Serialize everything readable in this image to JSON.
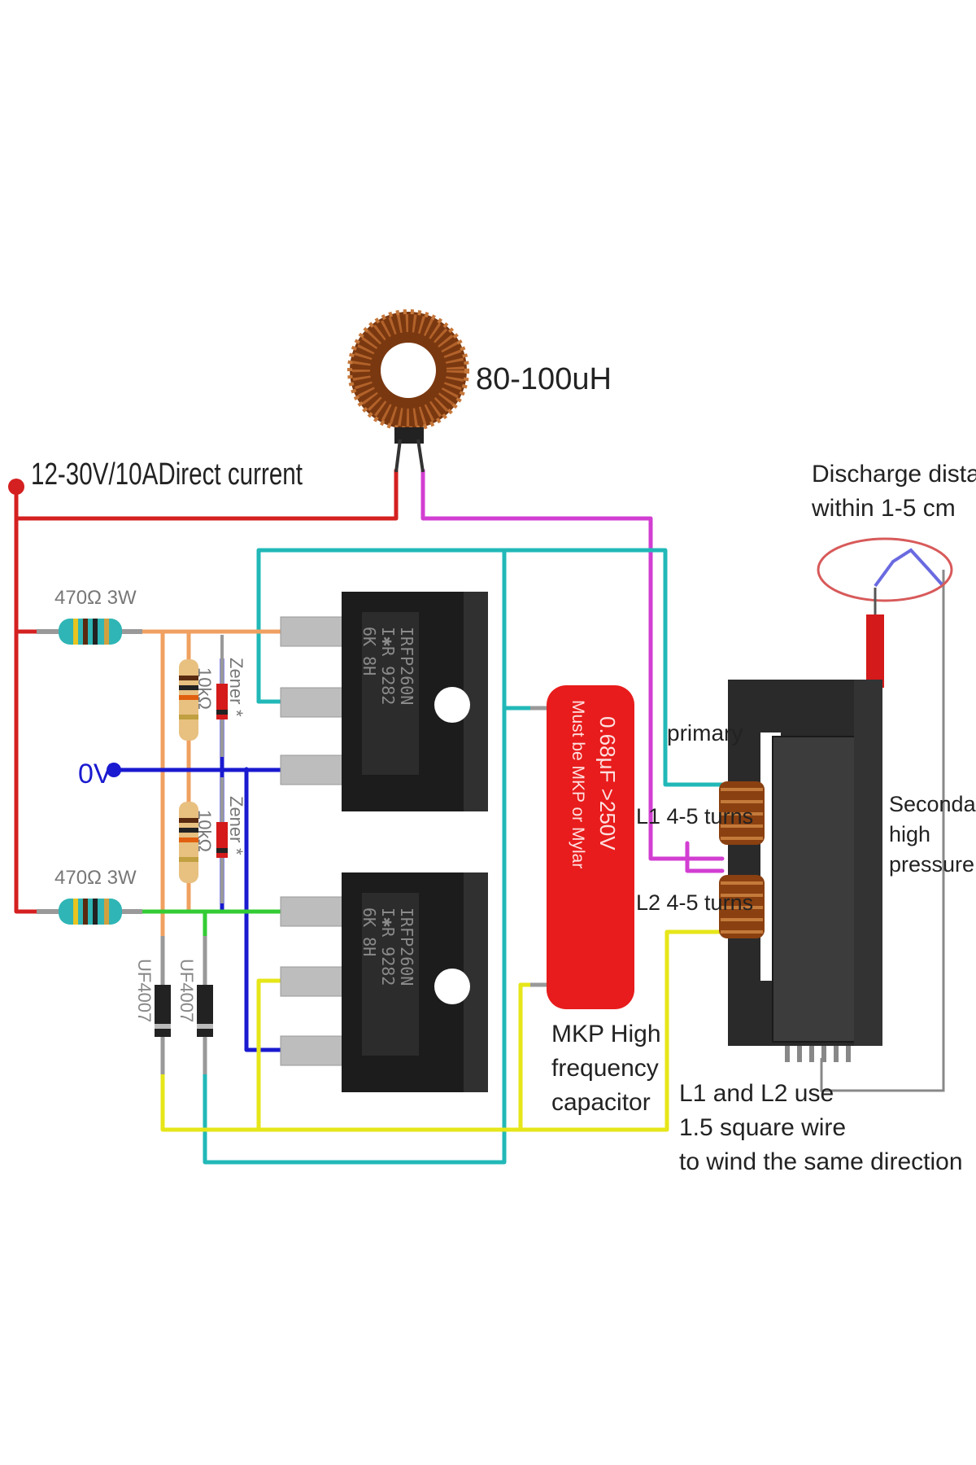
{
  "labels": {
    "inductor": "80-100uH",
    "supply": "12-30V/10ADirect current",
    "discharge_line1": "Discharge distance",
    "discharge_line2": "within 1-5 cm",
    "resistor_top": "470Ω 3W",
    "resistor_bottom": "470Ω 3W",
    "zener_res_top": "10kΩ",
    "zener_res_bottom": "10kΩ",
    "zener_top": "Zener",
    "zener_bottom": "Zener",
    "zener_mark": "*",
    "ground": "0V",
    "mosfet_top_line1": "IRFP260N",
    "mosfet_top_line2": "I✱R  9282",
    "mosfet_top_line3": "6K    8H",
    "mosfet_bottom_line1": "IRFP260N",
    "mosfet_bottom_line2": "I✱R  9282",
    "mosfet_bottom_line3": "6K    8H",
    "capacitor_line1": "0.68μF  >250V",
    "capacitor_line2": "Must be MKP or Mylar",
    "capacitor_caption_1": "MKP High",
    "capacitor_caption_2": "frequency",
    "capacitor_caption_3": "capacitor",
    "primary": "primary",
    "l1": "L1 4-5 turns",
    "l2": "L2 4-5 turns",
    "secondary_1": "Secondary",
    "secondary_2": "high",
    "secondary_3": "pressure",
    "diode_left": "UF4007",
    "diode_right": "UF4007",
    "wire_note_1": "L1 and L2 use",
    "wire_note_2": "1.5 square wire",
    "wire_note_3": "to wind the same direction"
  },
  "colors": {
    "supply_wire": "#d42020",
    "ground_wire": "#1a1ad0",
    "cyan_wire": "#22b8b8",
    "magenta_wire": "#d23ed2",
    "yellow_wire": "#e6e619",
    "green_wire": "#33cc33",
    "orange_wire": "#f0a060",
    "mosfet_body": "#1c1c1c",
    "capacitor_body": "#e81c1c",
    "toroid_copper": "#9b4e1a",
    "transformer_core": "#2a2a2a"
  }
}
